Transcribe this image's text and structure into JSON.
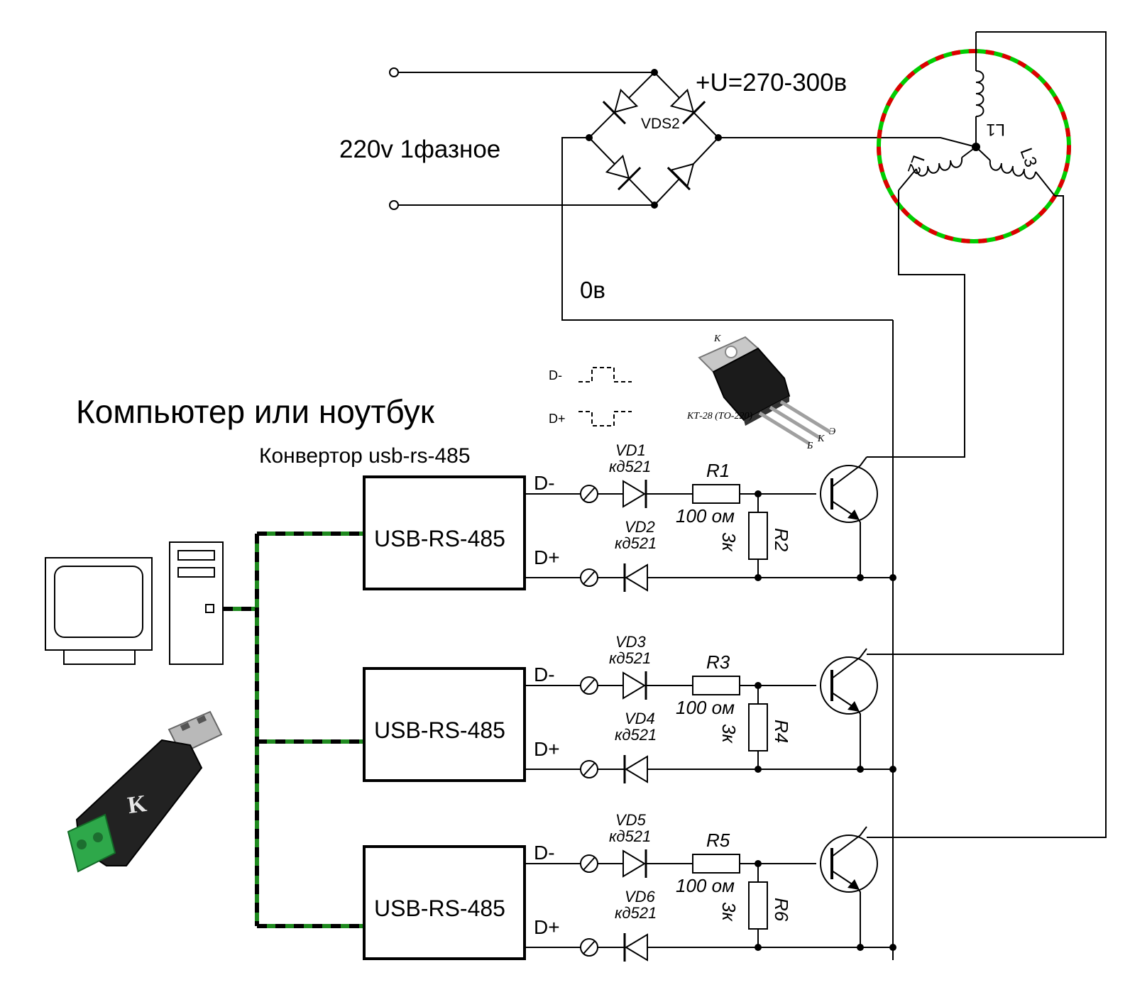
{
  "power": {
    "input_label": "220v 1фазное",
    "bridge_label": "VDS2",
    "plus_label": "+U=270-300в",
    "zero_label": "0в"
  },
  "motor": {
    "coil_labels": [
      "L1",
      "L2",
      "L3"
    ],
    "ring_colors": [
      "#00cc00",
      "#dd0000"
    ]
  },
  "computer": {
    "title": "Компьютер или ноутбук",
    "converter_caption": "Конвертор usb-rs-485"
  },
  "waveform": {
    "minus_label": "D-",
    "plus_label": "D+"
  },
  "transistor_photo": {
    "caption": "КТ-28 (ТО-220)",
    "pin_k_top": "К",
    "pin_b": "Б",
    "pin_k": "К",
    "pin_e": "Э"
  },
  "usb_dongle": {
    "logo_letter": "K"
  },
  "channels": [
    {
      "module_label": "USB-RS-485",
      "dminus": "D-",
      "dplus": "D+",
      "vd_top": "VD1",
      "vd_top_type": "кд521",
      "vd_bot": "VD2",
      "vd_bot_type": "кд521",
      "r_series": "R1",
      "r_series_value": "100 ом",
      "r_shunt": "R2",
      "r_shunt_value": "3к"
    },
    {
      "module_label": "USB-RS-485",
      "dminus": "D-",
      "dplus": "D+",
      "vd_top": "VD3",
      "vd_top_type": "кд521",
      "vd_bot": "VD4",
      "vd_bot_type": "кд521",
      "r_series": "R3",
      "r_series_value": "100 ом",
      "r_shunt": "R4",
      "r_shunt_value": "3к"
    },
    {
      "module_label": "USB-RS-485",
      "dminus": "D-",
      "dplus": "D+",
      "vd_top": "VD5",
      "vd_top_type": "кд521",
      "vd_bot": "VD6",
      "vd_bot_type": "кд521",
      "r_series": "R5",
      "r_series_value": "100 ом",
      "r_shunt": "R6",
      "r_shunt_value": "3к"
    }
  ]
}
